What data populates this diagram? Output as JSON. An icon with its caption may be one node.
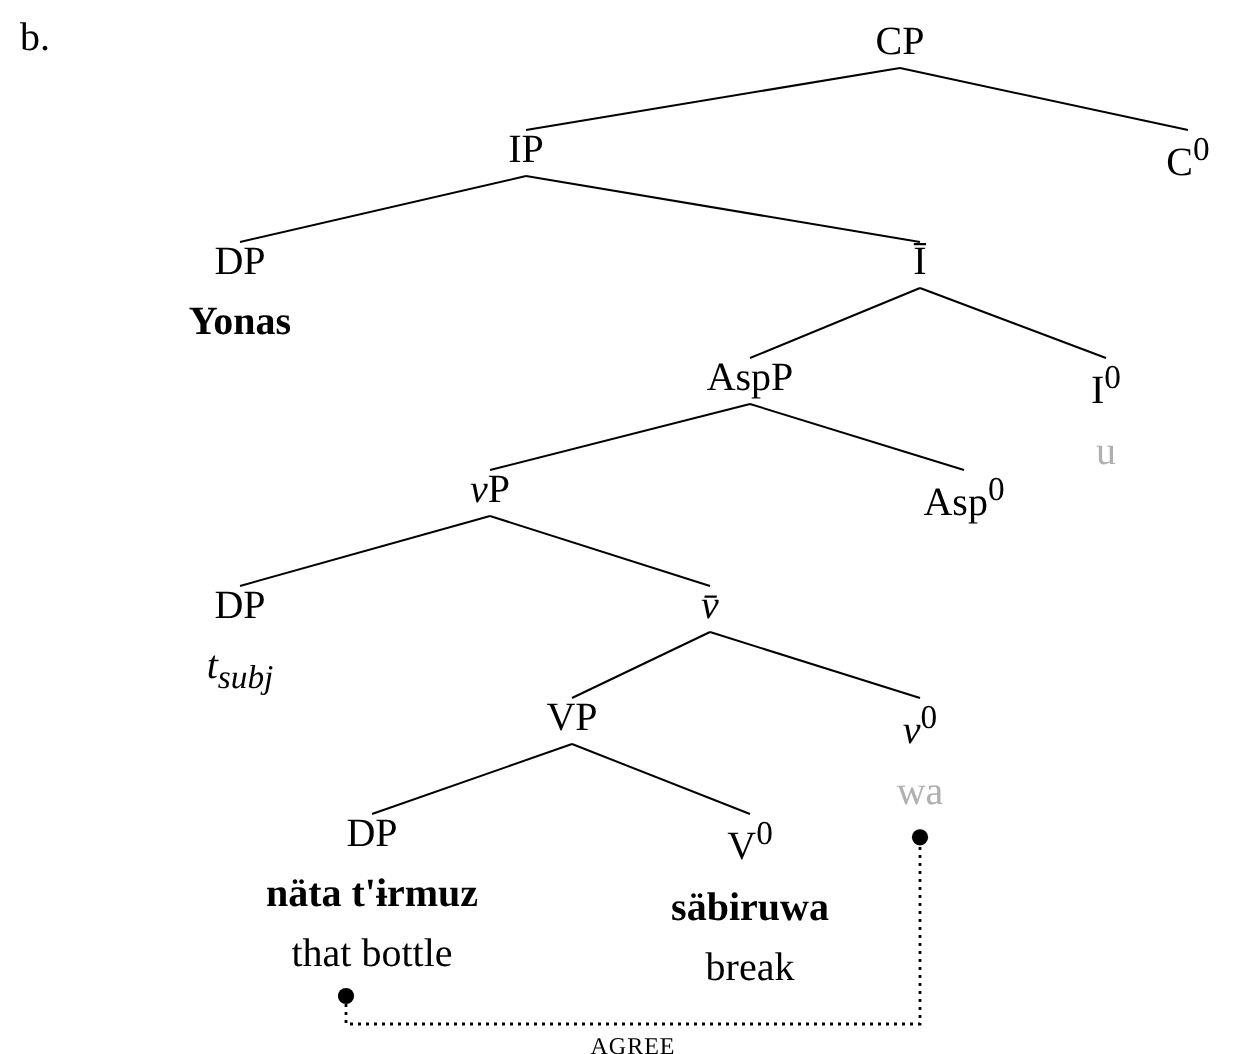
{
  "diagram": {
    "nodes": [
      {
        "text": [
          "CP"
        ]
      },
      {
        "text": [
          "IP"
        ]
      },
      {
        "text": [
          "C$^{0}$"
        ]
      },
      {
        "text": [
          "DP",
          "Yonas"
        ]
      },
      {
        "text": [
          "Ī"
        ]
      },
      {
        "text": [
          "AspP"
        ]
      },
      {
        "text": [
          "I$^{0}$",
          "u"
        ]
      },
      {
        "text": [
          "vP"
        ]
      },
      {
        "text": [
          "Asp$^{0}$"
        ]
      },
      {
        "text": [
          "DP",
          "t$_{subj}$"
        ]
      },
      {
        "text": [
          "v̄"
        ]
      },
      {
        "text": [
          "VP"
        ]
      },
      {
        "text": [
          "*v*$^{0}$",
          "wa"
        ]
      },
      {
        "text": [
          "DP",
          "näta t'ɨrmuz",
          "that bottle"
        ]
      },
      {
        "text": [
          "V$^{0}$",
          "säbiruwa",
          "break"
        ]
      }
    ],
    "edges": [
      {
        "from": 0,
        "to": 1,
        "arrow": "none"
      },
      {
        "from": 0,
        "to": 2,
        "arrow": "none"
      },
      {
        "from": 1,
        "to": 3,
        "arrow": "none"
      },
      {
        "from": 1,
        "to": 4,
        "arrow": "none"
      },
      {
        "from": 4,
        "to": 5,
        "arrow": "none"
      },
      {
        "from": 4,
        "to": 6,
        "arrow": "none"
      },
      {
        "from": 5,
        "to": 7,
        "arrow": "none"
      },
      {
        "from": 5,
        "to": 8,
        "arrow": "none"
      },
      {
        "from": 7,
        "to": 9,
        "arrow": "none"
      },
      {
        "from": 7,
        "to": 10,
        "arrow": "none"
      },
      {
        "from": 10,
        "to": 11,
        "arrow": "none"
      },
      {
        "from": 10,
        "to": 12,
        "arrow": "none"
      },
      {
        "from": 11,
        "to": 13,
        "arrow": "none"
      },
      {
        "from": 11,
        "to": 14,
        "arrow": "none"
      },
      {
        "from": 13,
        "to": 12,
        "arrow": "other",
        "style": "dashed",
        "label": "AGREE"
      }
    ],
    "labels": [
      "b."
    ]
  }
}
